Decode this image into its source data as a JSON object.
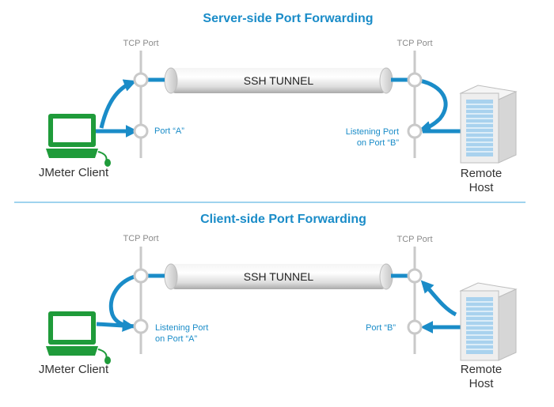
{
  "colors": {
    "accent": "#1a8cc8",
    "laptop": "#1f9b3a",
    "divider": "#9fd3ee",
    "port_line": "#c9c9c9"
  },
  "panels": [
    {
      "title": "Server-side Port Forwarding",
      "tcp_port_left": "TCP Port",
      "tcp_port_right": "TCP Port",
      "tunnel_label": "SSH TUNNEL",
      "left_port_label": [
        "Port “A”"
      ],
      "right_port_label": [
        "Listening Port",
        "on Port “B”"
      ],
      "client_label": "JMeter Client",
      "host_label": [
        "Remote",
        "Host"
      ]
    },
    {
      "title": "Client-side Port Forwarding",
      "tcp_port_left": "TCP Port",
      "tcp_port_right": "TCP Port",
      "tunnel_label": "SSH TUNNEL",
      "left_port_label": [
        "Listening Port",
        "on Port “A”"
      ],
      "right_port_label": [
        "Port “B”"
      ],
      "client_label": "JMeter Client",
      "host_label": [
        "Remote",
        "Host"
      ]
    }
  ]
}
